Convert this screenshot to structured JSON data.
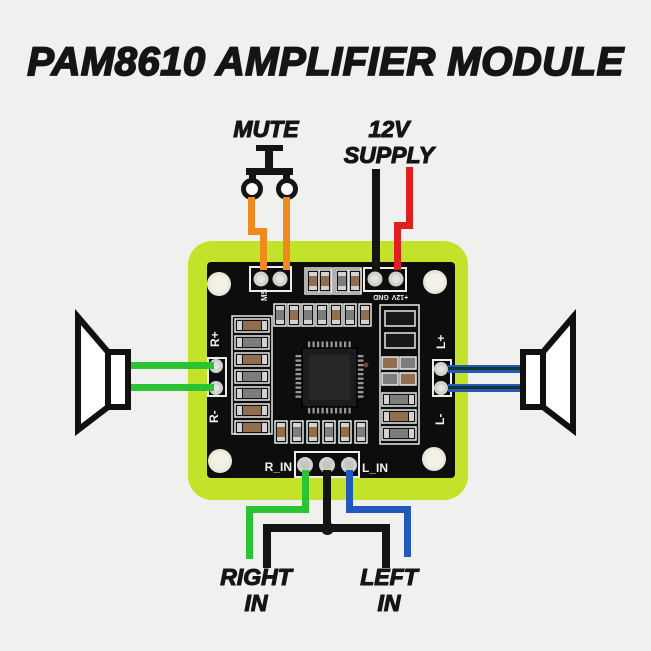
{
  "title": "PAM8610 AMPLIFIER MODULE",
  "annotations": {
    "mute": "MUTE",
    "supply": {
      "line1": "12V",
      "line2": "SUPPLY"
    },
    "right_in": {
      "line1": "RIGHT",
      "line2": "IN"
    },
    "left_in": {
      "line1": "LEFT",
      "line2": "IN"
    }
  },
  "pcb": {
    "labels": {
      "mute_solder": "MS",
      "ground": "GND",
      "power": "+12V",
      "right_pos": "R+",
      "right_neg": "R-",
      "left_pos": "L+",
      "left_neg": "L-",
      "right_input": "R_IN",
      "left_input": "L_IN"
    }
  },
  "icons": {
    "mute_button": "push-button-icon",
    "left_speaker": "speaker-icon",
    "right_speaker": "speaker-icon"
  },
  "colors": {
    "background": "#f0f0ef",
    "text": "#151515",
    "board_highlight": "#c3e32b",
    "board": "#0d0d0d",
    "silkscreen": "#ececec",
    "wire_black": "#141414",
    "wire_orange": "#f0891e",
    "wire_red": "#e02020",
    "wire_green": "#2bc332",
    "wire_blue": "#2257bb",
    "wire_blue_core": "#15342a"
  }
}
